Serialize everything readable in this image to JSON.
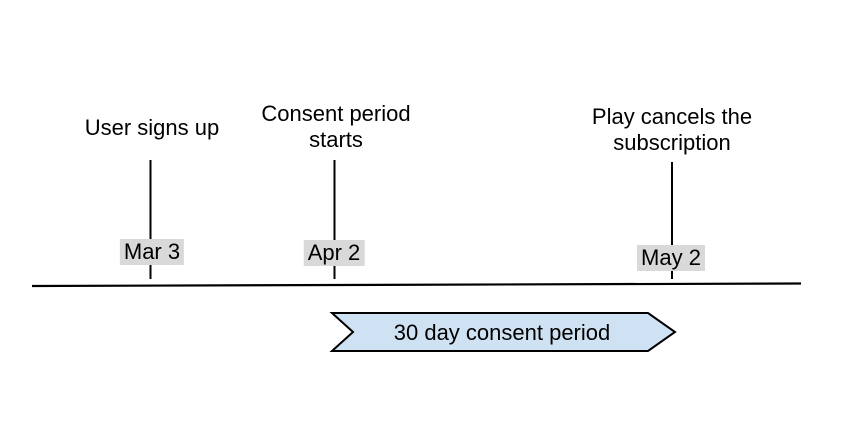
{
  "diagram": {
    "type": "timeline",
    "events": [
      {
        "title": "User signs up",
        "date": "Mar 3"
      },
      {
        "title": "Consent period\nstarts",
        "date": "Apr 2"
      },
      {
        "title": "Play cancels the\nsubscription",
        "date": "May 2"
      }
    ],
    "ribbon": {
      "label": "30 day consent period"
    },
    "colors": {
      "ribbon_fill": "#cfe2f3",
      "ribbon_border": "#000000",
      "date_label_bg": "#d9d9d9",
      "line": "#000000",
      "text": "#000000",
      "background": "#ffffff"
    }
  }
}
